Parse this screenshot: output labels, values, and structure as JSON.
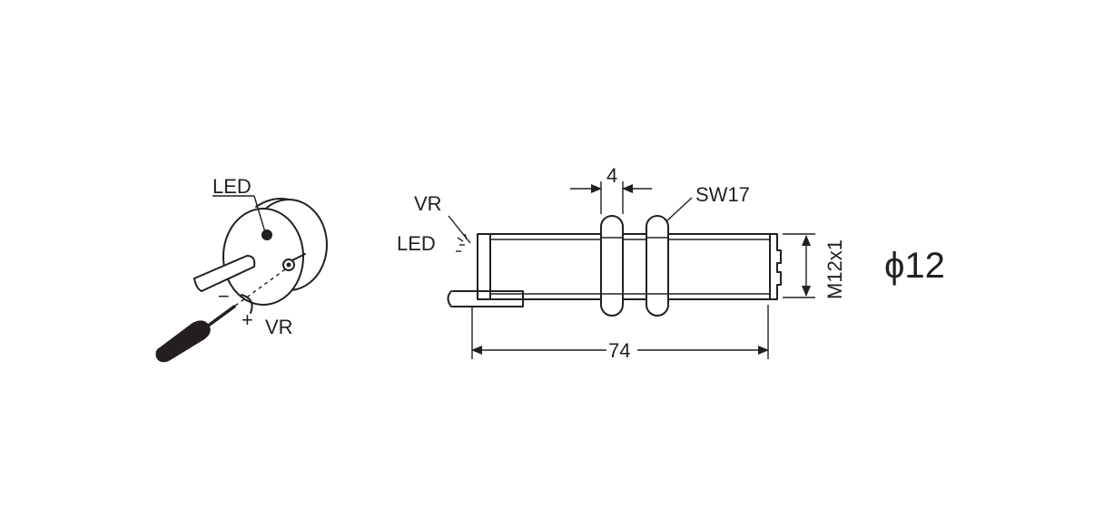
{
  "iso_view": {
    "led_label": "LED",
    "vr_label": "VR",
    "minus_sign": "−",
    "plus_sign": "+"
  },
  "side_view": {
    "vr_label": "VR",
    "led_label": "LED",
    "nut_width": "4",
    "wrench_label": "SW17",
    "length": "74",
    "thread_label": "M12x1"
  },
  "diameter_label": "ϕ12",
  "colors": {
    "line": "#231f20",
    "background": "#ffffff"
  }
}
